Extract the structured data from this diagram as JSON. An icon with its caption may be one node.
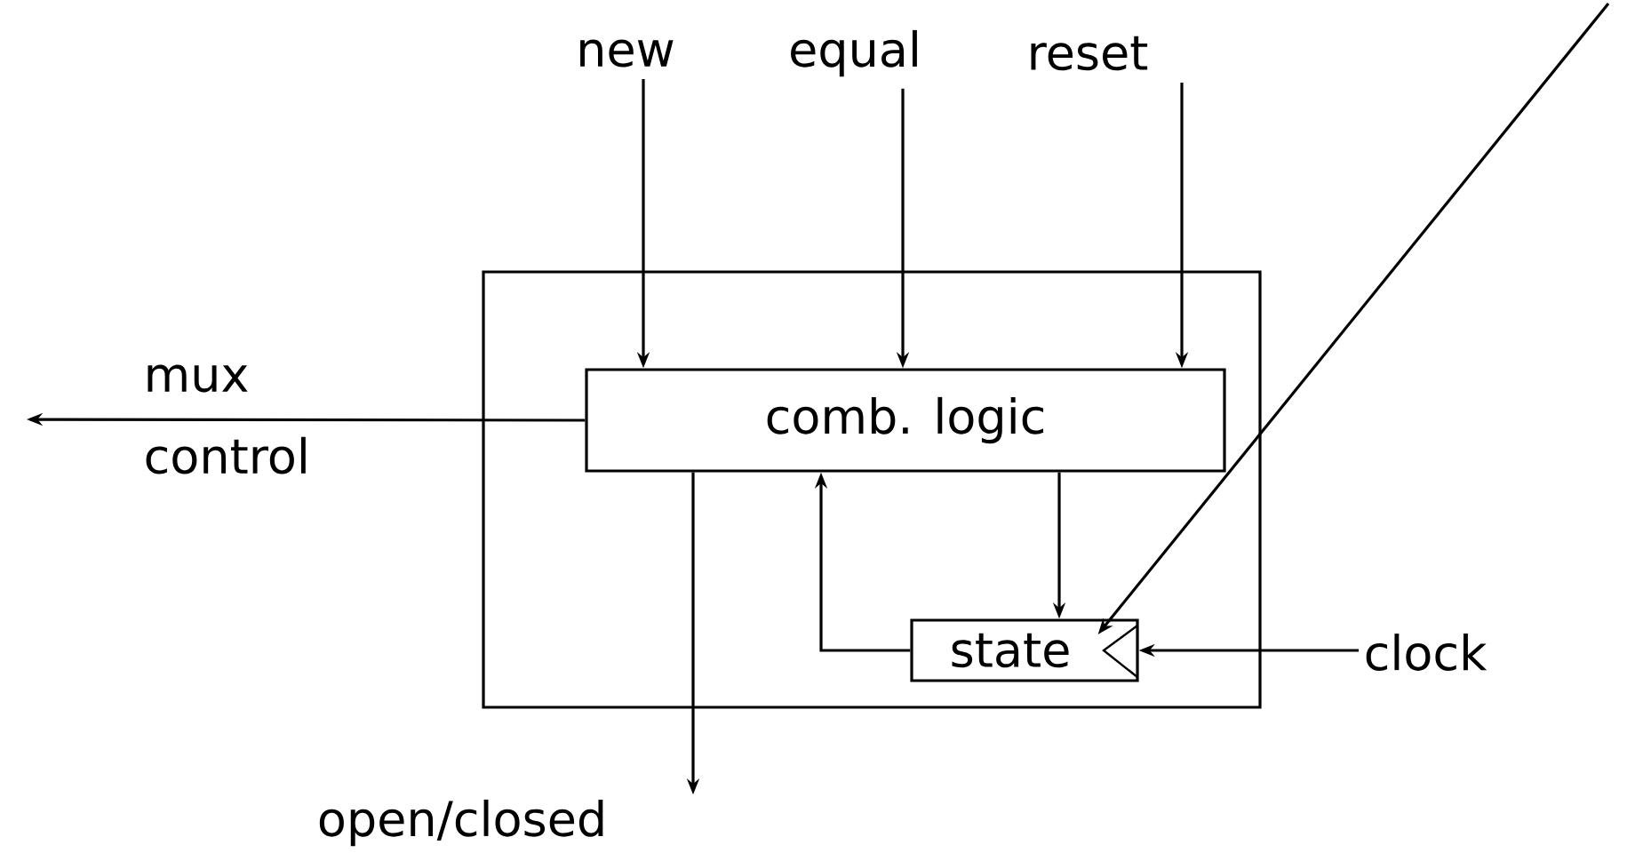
{
  "diagram": {
    "nodes": [
      {
        "text": [],
        "shape": "box"
      },
      {
        "text": [
          "comb. logic"
        ],
        "in": 0
      },
      {
        "text": [
          "state"
        ],
        "in": 0
      },
      {
        "text": [
          "new"
        ]
      },
      {
        "text": [
          "equal"
        ]
      },
      {
        "text": [
          "reset"
        ]
      },
      {
        "text": [
          "mux control"
        ]
      },
      {
        "text": [
          "clock"
        ]
      },
      {
        "text": [
          "open/closed"
        ]
      }
    ],
    "edges": [
      {
        "from": 3,
        "to": 1,
        "arrow": "to"
      },
      {
        "from": 4,
        "to": 1,
        "arrow": "to"
      },
      {
        "from": 5,
        "to": 1,
        "arrow": "to"
      },
      {
        "from": 1,
        "to": 6,
        "arrow": "to"
      },
      {
        "from": 1,
        "to": 8,
        "arrow": "to"
      },
      {
        "from": 1,
        "to": 2,
        "arrow": "to"
      },
      {
        "from": 2,
        "to": 1,
        "arrow": "to"
      },
      {
        "from": 7,
        "to": 2,
        "arrow": "to"
      },
      {
        "from": null,
        "to": 2,
        "arrow": "to"
      }
    ]
  }
}
